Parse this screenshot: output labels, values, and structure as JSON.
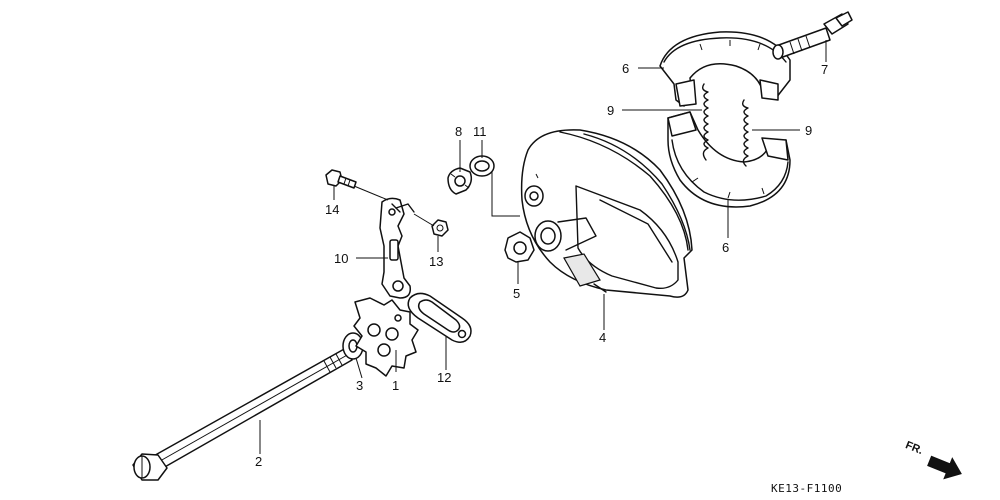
{
  "callouts": {
    "c1": "1",
    "c2": "2",
    "c3": "3",
    "c4": "4",
    "c5": "5",
    "c6a": "6",
    "c6b": "6",
    "c7": "7",
    "c8": "8",
    "c9a": "9",
    "c9b": "9",
    "c10": "10",
    "c11": "11",
    "c12": "12",
    "c13": "13",
    "c14": "14"
  },
  "diagram_code": "KE13-F1100",
  "front_indicator": "FR."
}
